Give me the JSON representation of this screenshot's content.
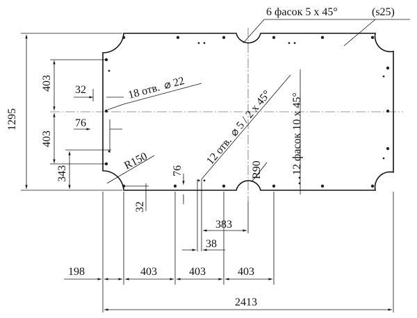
{
  "labels": {
    "chamfers_top": "6 фасок 5 х 45°",
    "chamfers_top_s": "(s25)",
    "holes_18": "18 отв.",
    "holes_18_d": "22",
    "holes_12": "12 отв.",
    "holes_12_d": "5 / 2 х 45°",
    "chamfers_10": "12 фасок 10 х 45°",
    "r150": "R150",
    "r90": "R90"
  },
  "dimensions": {
    "d1295": "1295",
    "d403_top": "403",
    "d403_mid": "403",
    "d343": "343",
    "d32_left": "32",
    "d76_left": "76",
    "d76_bottom": "76",
    "d32_bottom": "32",
    "d383": "383",
    "d38": "38",
    "d198": "198",
    "d403_b1": "403",
    "d403_b2": "403",
    "d403_b3": "403",
    "d2413": "2413"
  },
  "symbols": {
    "diameter": "⌀"
  }
}
